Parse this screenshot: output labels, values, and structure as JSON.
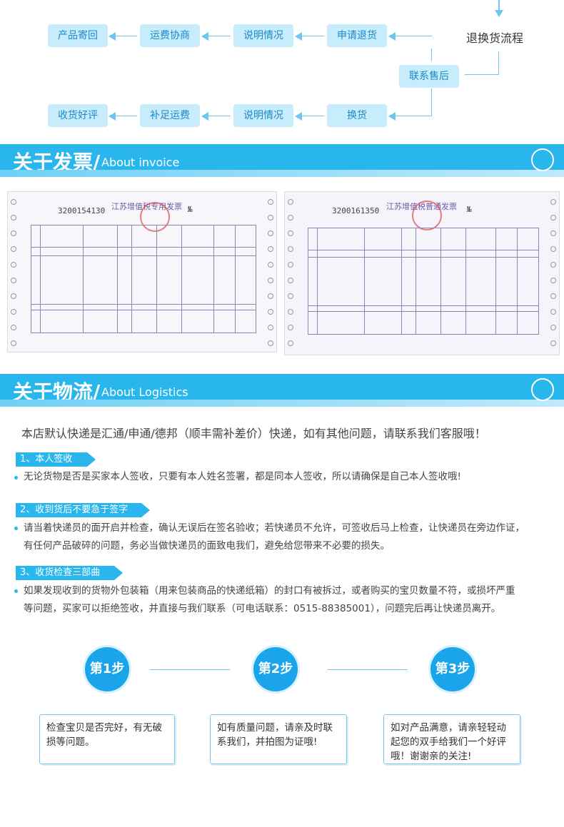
{
  "flow": {
    "label": "退换货流程",
    "row1": [
      "产品寄回",
      "运费协商",
      "说明情况",
      "申请退货"
    ],
    "middle": "联系售后",
    "row2": [
      "收货好评",
      "补足运费",
      "说明情况",
      "换货"
    ]
  },
  "invoice_section": {
    "title_cn": "关于发票/",
    "title_en": "About invoice"
  },
  "invoices": [
    {
      "title": "江苏增值税专用发票",
      "number": "3200154130",
      "no_mark": "№"
    },
    {
      "title": "江苏增值税普通发票",
      "number": "3200161350",
      "no_mark": "№"
    }
  ],
  "logistics_section": {
    "title_cn": "关于物流/",
    "title_en": "About Logistics"
  },
  "logistics": {
    "notice": "本店默认快递是汇通/申通/德邦（顺丰需补差价）快递，如有其他问题，请联系我们客服哦！",
    "items": [
      {
        "tag": "1、本人签收",
        "text": "无论货物是否是买家本人签收，只要有本人姓名签署，都是同本人签收，所以请确保是自己本人签收哦!"
      },
      {
        "tag": "2、收到货后不要急于签字",
        "line1": "请当着快递员的面开启并检查，确认无误后在签名验收；若快递员不允许，可签收后马上检查，让快递员在旁边作证，",
        "line2": "有任何产品破碎的问题，务必当做快递员的面致电我们，避免给您带来不必要的损失。"
      },
      {
        "tag": "3、收货检查三部曲",
        "line1": "如果发现收到的货物外包装箱（用来包装商品的快递纸箱）的封口有被拆过，或者购买的宝贝数量不符，或损坏严重",
        "line2": "等问题，买家可以拒绝签收，并直接与我们联系（可电话联系：0515-88385001），问题完后再让快递员离开。"
      }
    ]
  },
  "steps": [
    {
      "label": "第1步",
      "text": "检查宝贝是否完好，有无破损等问题。"
    },
    {
      "label": "第2步",
      "text": "如有质量问题，请亲及时联系我们，并拍图为证哦!"
    },
    {
      "label": "第3步",
      "text": "如对产品满意，请亲轻轻动起您的双手给我们一个好评哦！谢谢亲的关注!"
    }
  ],
  "colors": {
    "accent": "#29b6ec",
    "flow_box": "#c7ecfb",
    "flow_text": "#1e88c9"
  }
}
